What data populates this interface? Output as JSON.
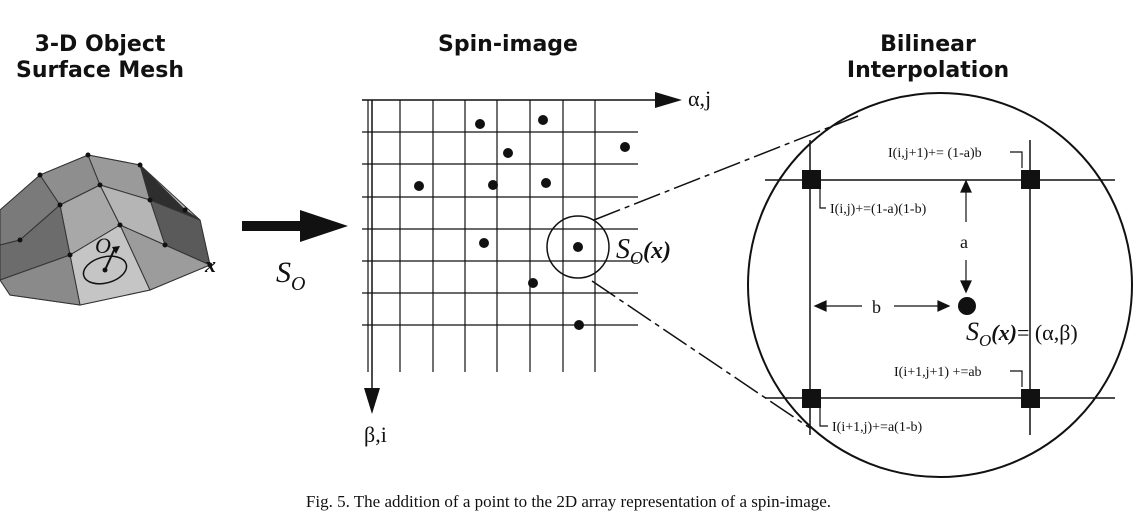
{
  "panels": {
    "mesh": {
      "title_line1": "3-D Object",
      "title_line2": "Surface Mesh",
      "point_label": "O",
      "vertex_label": "x"
    },
    "spin": {
      "title": "Spin-image",
      "arrow_label": "S",
      "arrow_label_sub": "O",
      "x_axis_label": "α,j",
      "y_axis_label": "β,i",
      "point_label": "S",
      "point_label_sub": "O",
      "point_label_arg": "(x)"
    },
    "bilinear": {
      "title_line1": "Bilinear",
      "title_line2": "Interpolation",
      "top_right_label": "I(i,j+1)+= (1-a)b",
      "top_left_label": "I(i,j)+=(1-a)(1-b)",
      "bottom_right_label": "I(i+1,j+1) +=ab",
      "bottom_left_label": "I(i+1,j)+=a(1-b)",
      "a_label": "a",
      "b_label": "b",
      "point_label": "S",
      "point_label_sub": "O",
      "point_label_arg": "(x)",
      "point_label_eq": "= (α,β)"
    }
  },
  "caption": "Fig. 5. The addition of a point to the 2D array representation of a spin-image.",
  "colors": {
    "ink": "#111111",
    "mesh_light": "#bdbdbd",
    "mesh_mid": "#8e8e8e",
    "mesh_dark": "#5a5a5a",
    "mesh_darkest": "#2e2e2e"
  }
}
